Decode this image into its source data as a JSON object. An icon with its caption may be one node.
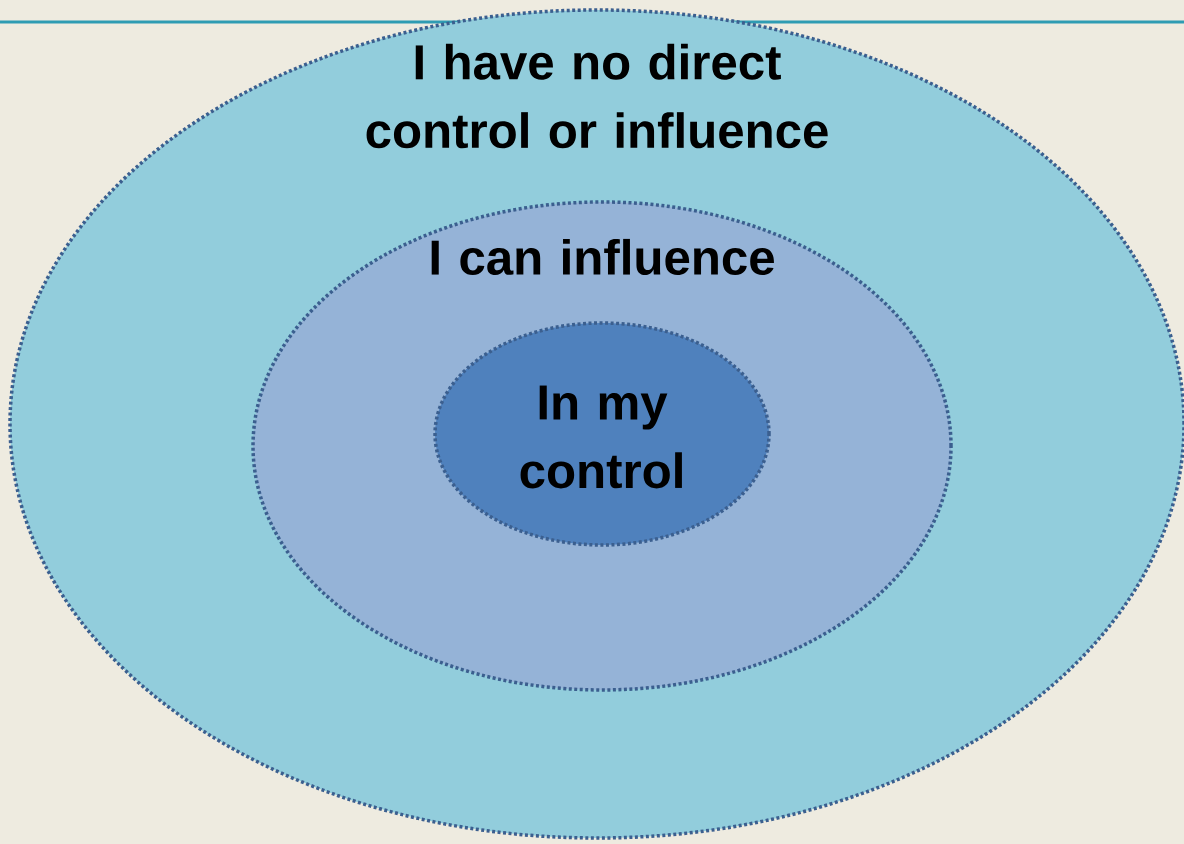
{
  "diagram": {
    "nodes": [
      {
        "text": [
          "I have no direct control or influence"
        ]
      },
      {
        "text": [
          "I can influence"
        ],
        "in": 0
      },
      {
        "text": [
          "In my control"
        ],
        "in": 1
      }
    ]
  }
}
